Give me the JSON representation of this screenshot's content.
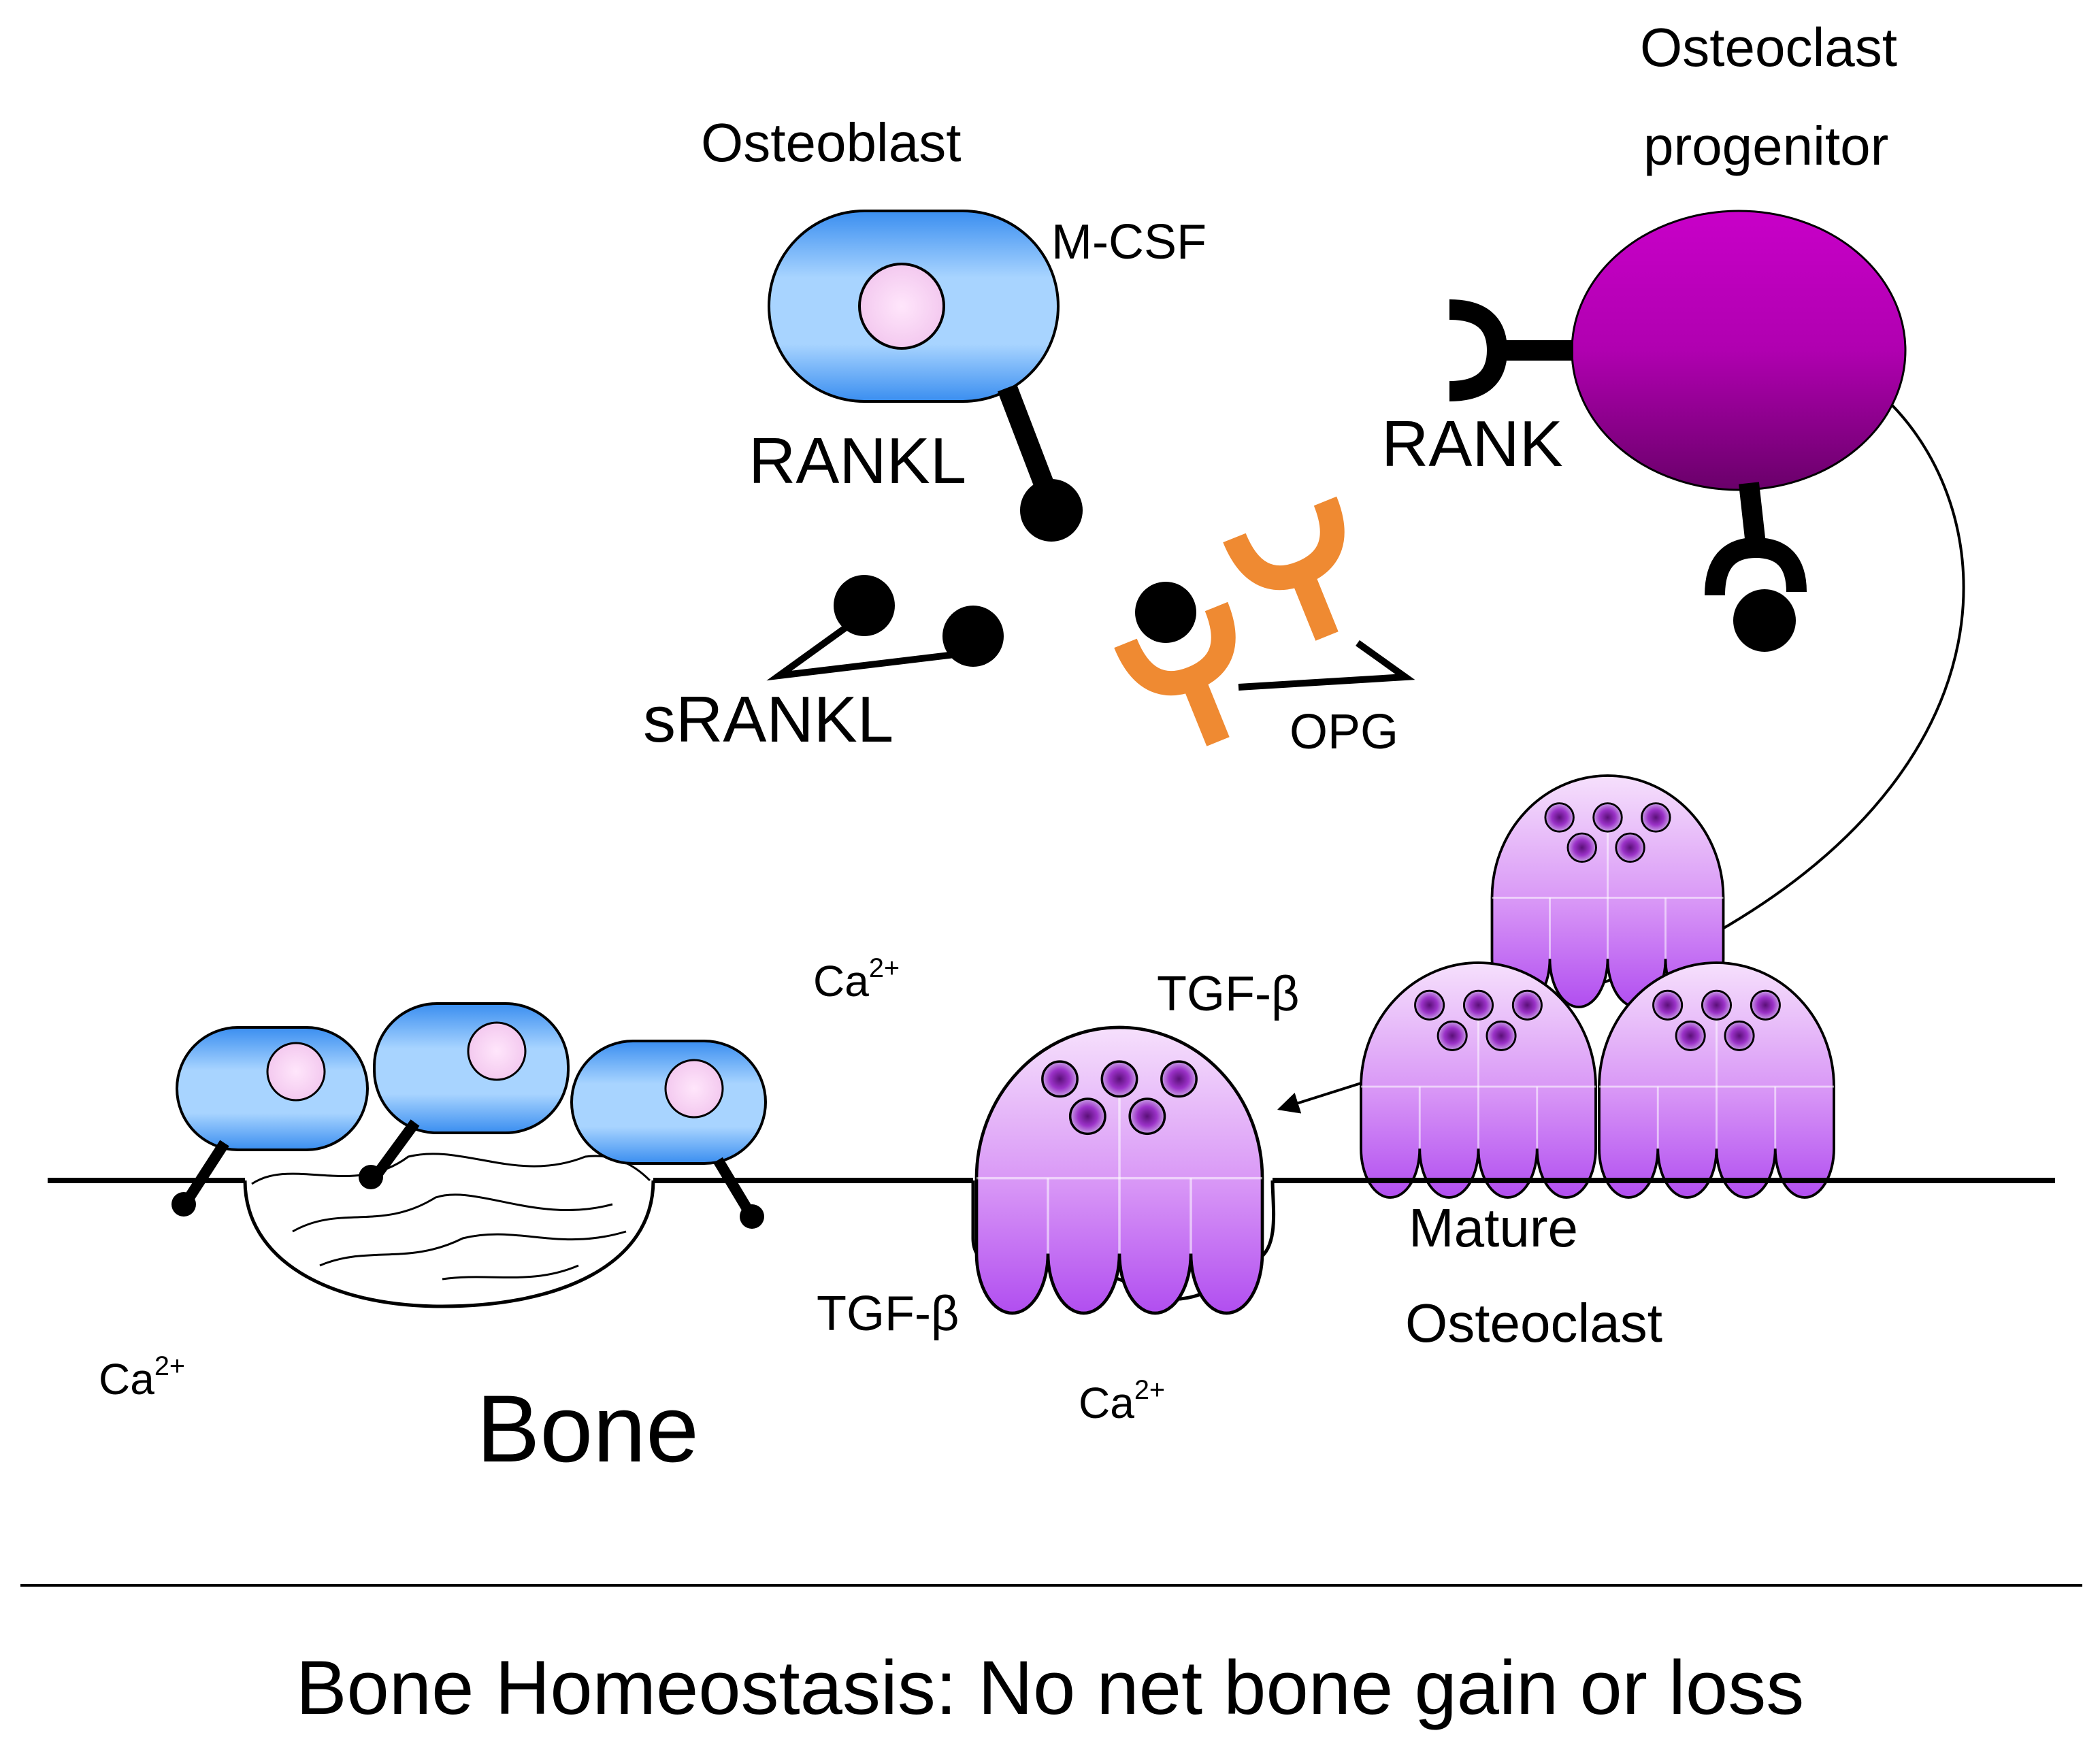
{
  "labels": {
    "osteoblast": "Osteoblast",
    "m_csf": "M-CSF",
    "rankl": "RANKL",
    "srankl": "sRANKL",
    "opg": "OPG",
    "rank": "RANK",
    "osteoclast_progenitor_line1": "Osteoclast",
    "osteoclast_progenitor_line2": "progenitor",
    "tgf_beta": "TGF-β",
    "calcium_base": "Ca",
    "calcium_charge": "2+",
    "mature_line1": "Mature",
    "mature_line2": "Osteoclast",
    "bone": "Bone"
  },
  "caption": "Bone Homeostasis:  No net bone gain or loss",
  "colors": {
    "osteoblast_light": "#a8d4ff",
    "osteoblast_dark": "#3a8ef0",
    "nucleus": "#f2c6ee",
    "progenitor_light": "#c800c8",
    "progenitor_dark": "#6a006a",
    "osteoclast_light": "#f3d4fb",
    "osteoclast_dark": "#b14ef0",
    "osteoclast_nucleus": "#9b32c8",
    "opg": "#ef8a32",
    "line": "#000000"
  }
}
